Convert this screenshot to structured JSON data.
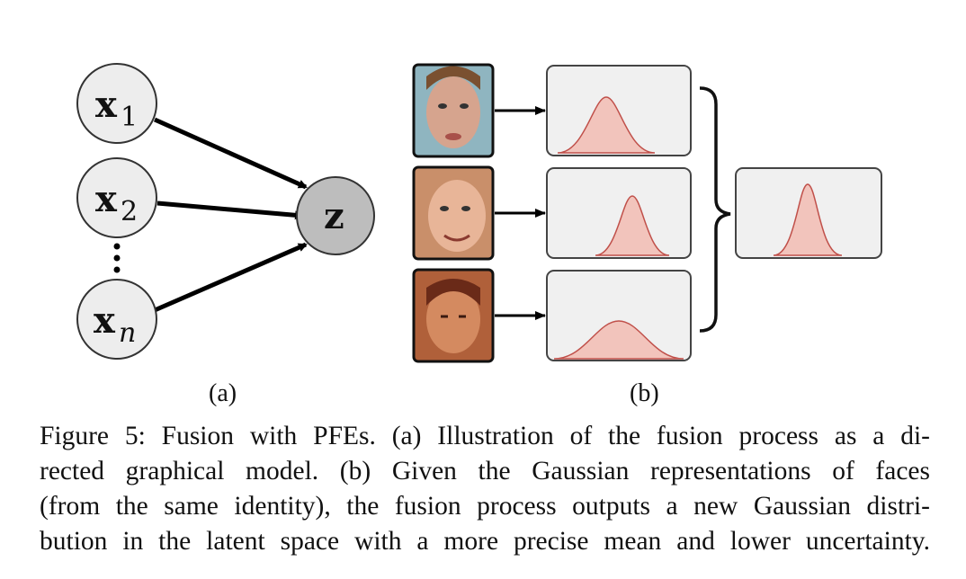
{
  "panel_a": {
    "nodes": {
      "x1": {
        "base": "x",
        "sub": "1"
      },
      "x2": {
        "base": "x",
        "sub": "2"
      },
      "xn": {
        "base": "x",
        "sub": "n"
      },
      "z": {
        "base": "z"
      }
    },
    "label": "(a)"
  },
  "panel_b": {
    "label": "(b)",
    "face_colors": [
      "#c99a86",
      "#d9a07c",
      "#b0603a"
    ],
    "curve_fill": "#f2c4bc",
    "curve_stroke": "#c0504a",
    "box_fill": "#f0f0f0"
  },
  "caption": {
    "lines": [
      "Figure 5: Fusion with PFEs.  (a) Illustration of the fusion process as a di-",
      "rected graphical model.  (b) Given the Gaussian representations of faces",
      "(from the same identity), the fusion process outputs a new Gaussian distri-",
      "bution in the latent space with a more precise mean and lower uncertainty."
    ]
  }
}
